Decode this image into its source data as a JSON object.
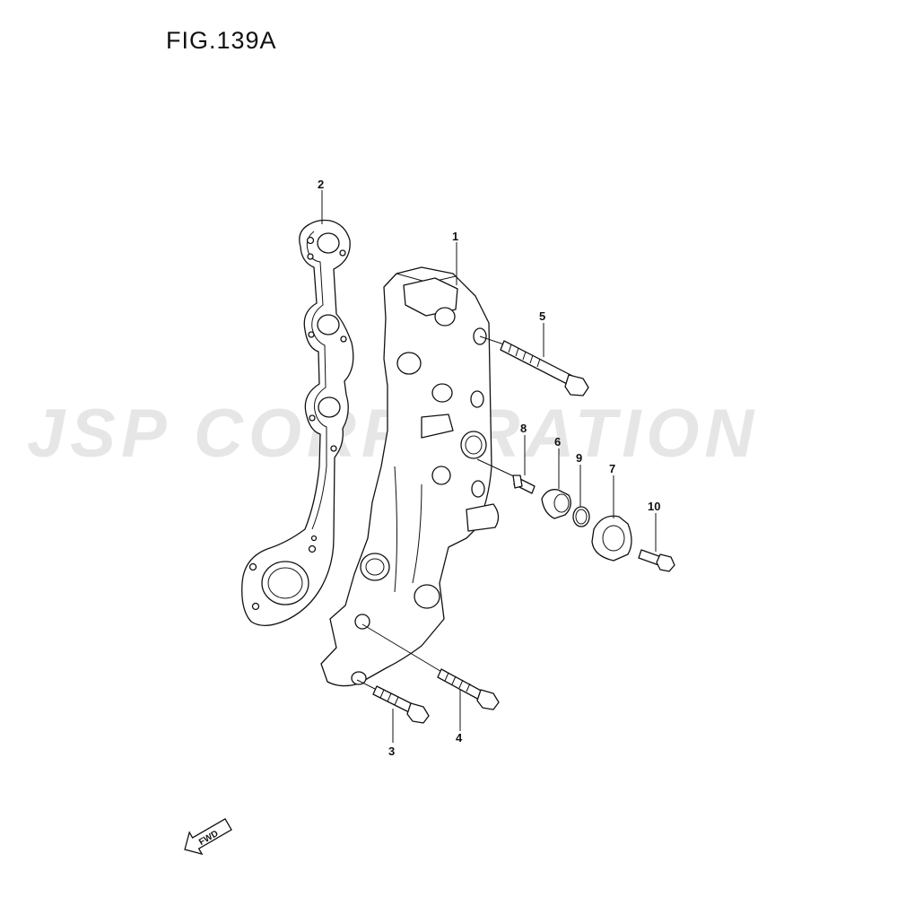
{
  "figure": {
    "title": "FIG.139A"
  },
  "watermark": {
    "text": "JSP CORPORATION",
    "color": "#e6e6e6"
  },
  "callouts": [
    {
      "id": "1",
      "label": "1",
      "part": "exhaust-manifold"
    },
    {
      "id": "2",
      "label": "2",
      "part": "manifold-gasket"
    },
    {
      "id": "3",
      "label": "3",
      "part": "bolt"
    },
    {
      "id": "4",
      "label": "4",
      "part": "bolt"
    },
    {
      "id": "5",
      "label": "5",
      "part": "bolt"
    },
    {
      "id": "6",
      "label": "6",
      "part": "collar"
    },
    {
      "id": "7",
      "label": "7",
      "part": "cover"
    },
    {
      "id": "8",
      "label": "8",
      "part": "small-bolt"
    },
    {
      "id": "9",
      "label": "9",
      "part": "o-ring"
    },
    {
      "id": "10",
      "label": "10",
      "part": "bolt"
    }
  ],
  "fwd": {
    "label": "FWD",
    "icon": "fwd-arrow-icon"
  }
}
